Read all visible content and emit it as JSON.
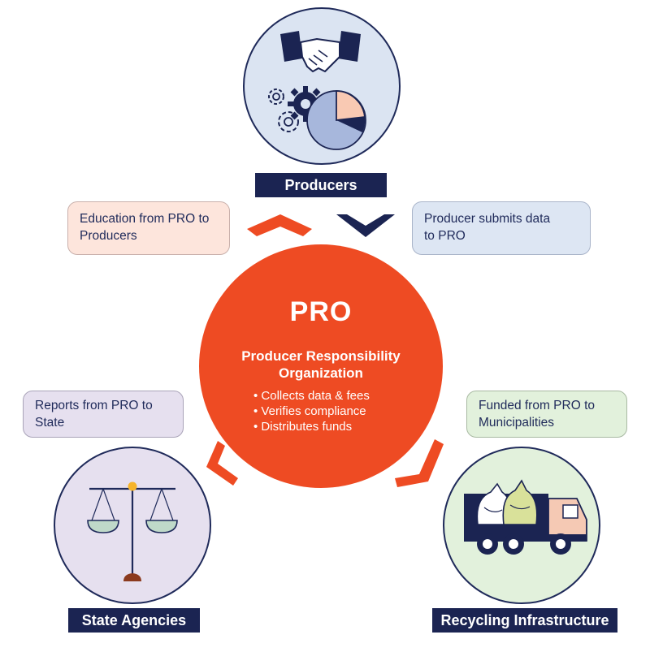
{
  "center": {
    "title": "PRO",
    "subtitle_lines": [
      "Producer Responsibility",
      "Organization"
    ],
    "bullets": [
      "Collects data & fees",
      "Verifies compliance",
      "Distributes funds"
    ],
    "color": "#ee4b23"
  },
  "nodes": {
    "producers": {
      "label": "Producers",
      "icon": "handshake-gears-pie-icon"
    },
    "state_agencies": {
      "label": "State Agencies",
      "icon": "balance-scale-icon"
    },
    "recycling": {
      "label": "Recycling Infrastructure",
      "icon": "garbage-truck-icon"
    }
  },
  "flows": {
    "education": {
      "lines": [
        "Education from PRO to",
        "Producers"
      ],
      "direction": "pro-to-producers"
    },
    "submits": {
      "lines": [
        "Producer submits data",
        "to PRO"
      ],
      "direction": "producers-to-pro"
    },
    "reports": {
      "lines": [
        "Reports from PRO to",
        "State"
      ],
      "direction": "pro-to-state"
    },
    "funded": {
      "lines": [
        "Funded from PRO to",
        "Municipalities"
      ],
      "direction": "pro-to-municipalities"
    }
  },
  "colors": {
    "navy": "#1b2452",
    "orange": "#ee4b23",
    "producers_bg": "#dbe4f2",
    "state_bg": "#e6e0ef",
    "recycling_bg": "#e2f1dc",
    "education_bg": "#fde5dc",
    "submits_bg": "#dde6f3"
  }
}
